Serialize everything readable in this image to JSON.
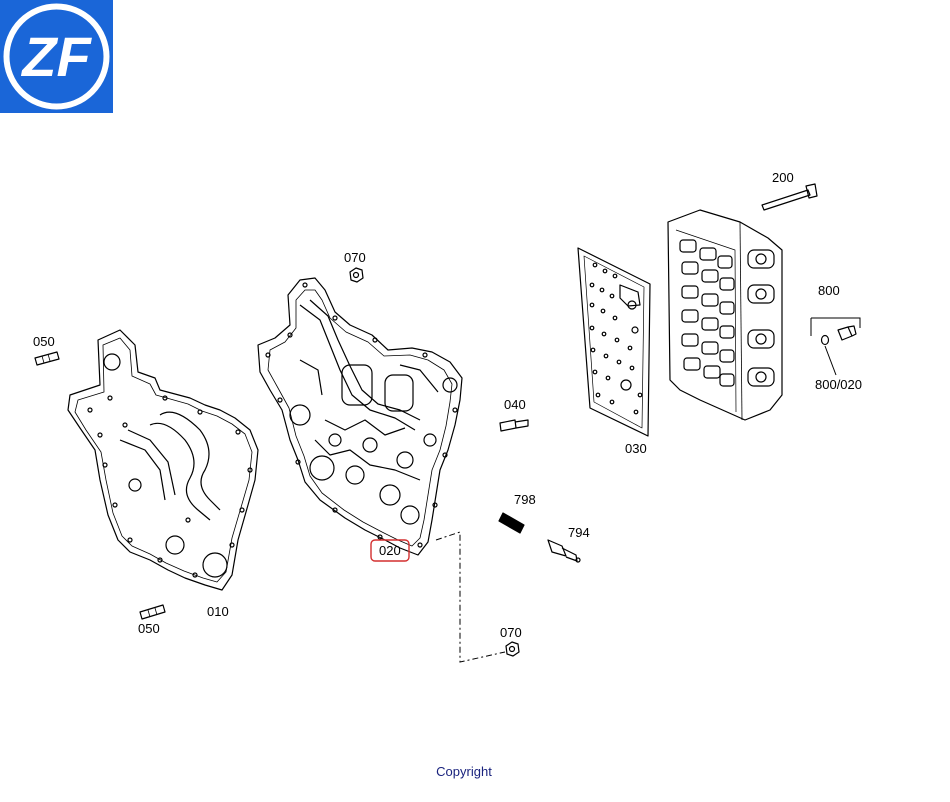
{
  "logo": {
    "text": "ZF",
    "color": "#1a66d8"
  },
  "callouts": {
    "c200": "200",
    "c070_top": "070",
    "c050_top": "050",
    "c800": "800",
    "c800_020": "800/020",
    "c040": "040",
    "c030": "030",
    "c798": "798",
    "c794": "794",
    "c020": "020",
    "c010": "010",
    "c050_bottom": "050",
    "c070_bottom": "070"
  },
  "highlight_color": "#d32f2f",
  "footer": {
    "copyright": "Copyright"
  }
}
